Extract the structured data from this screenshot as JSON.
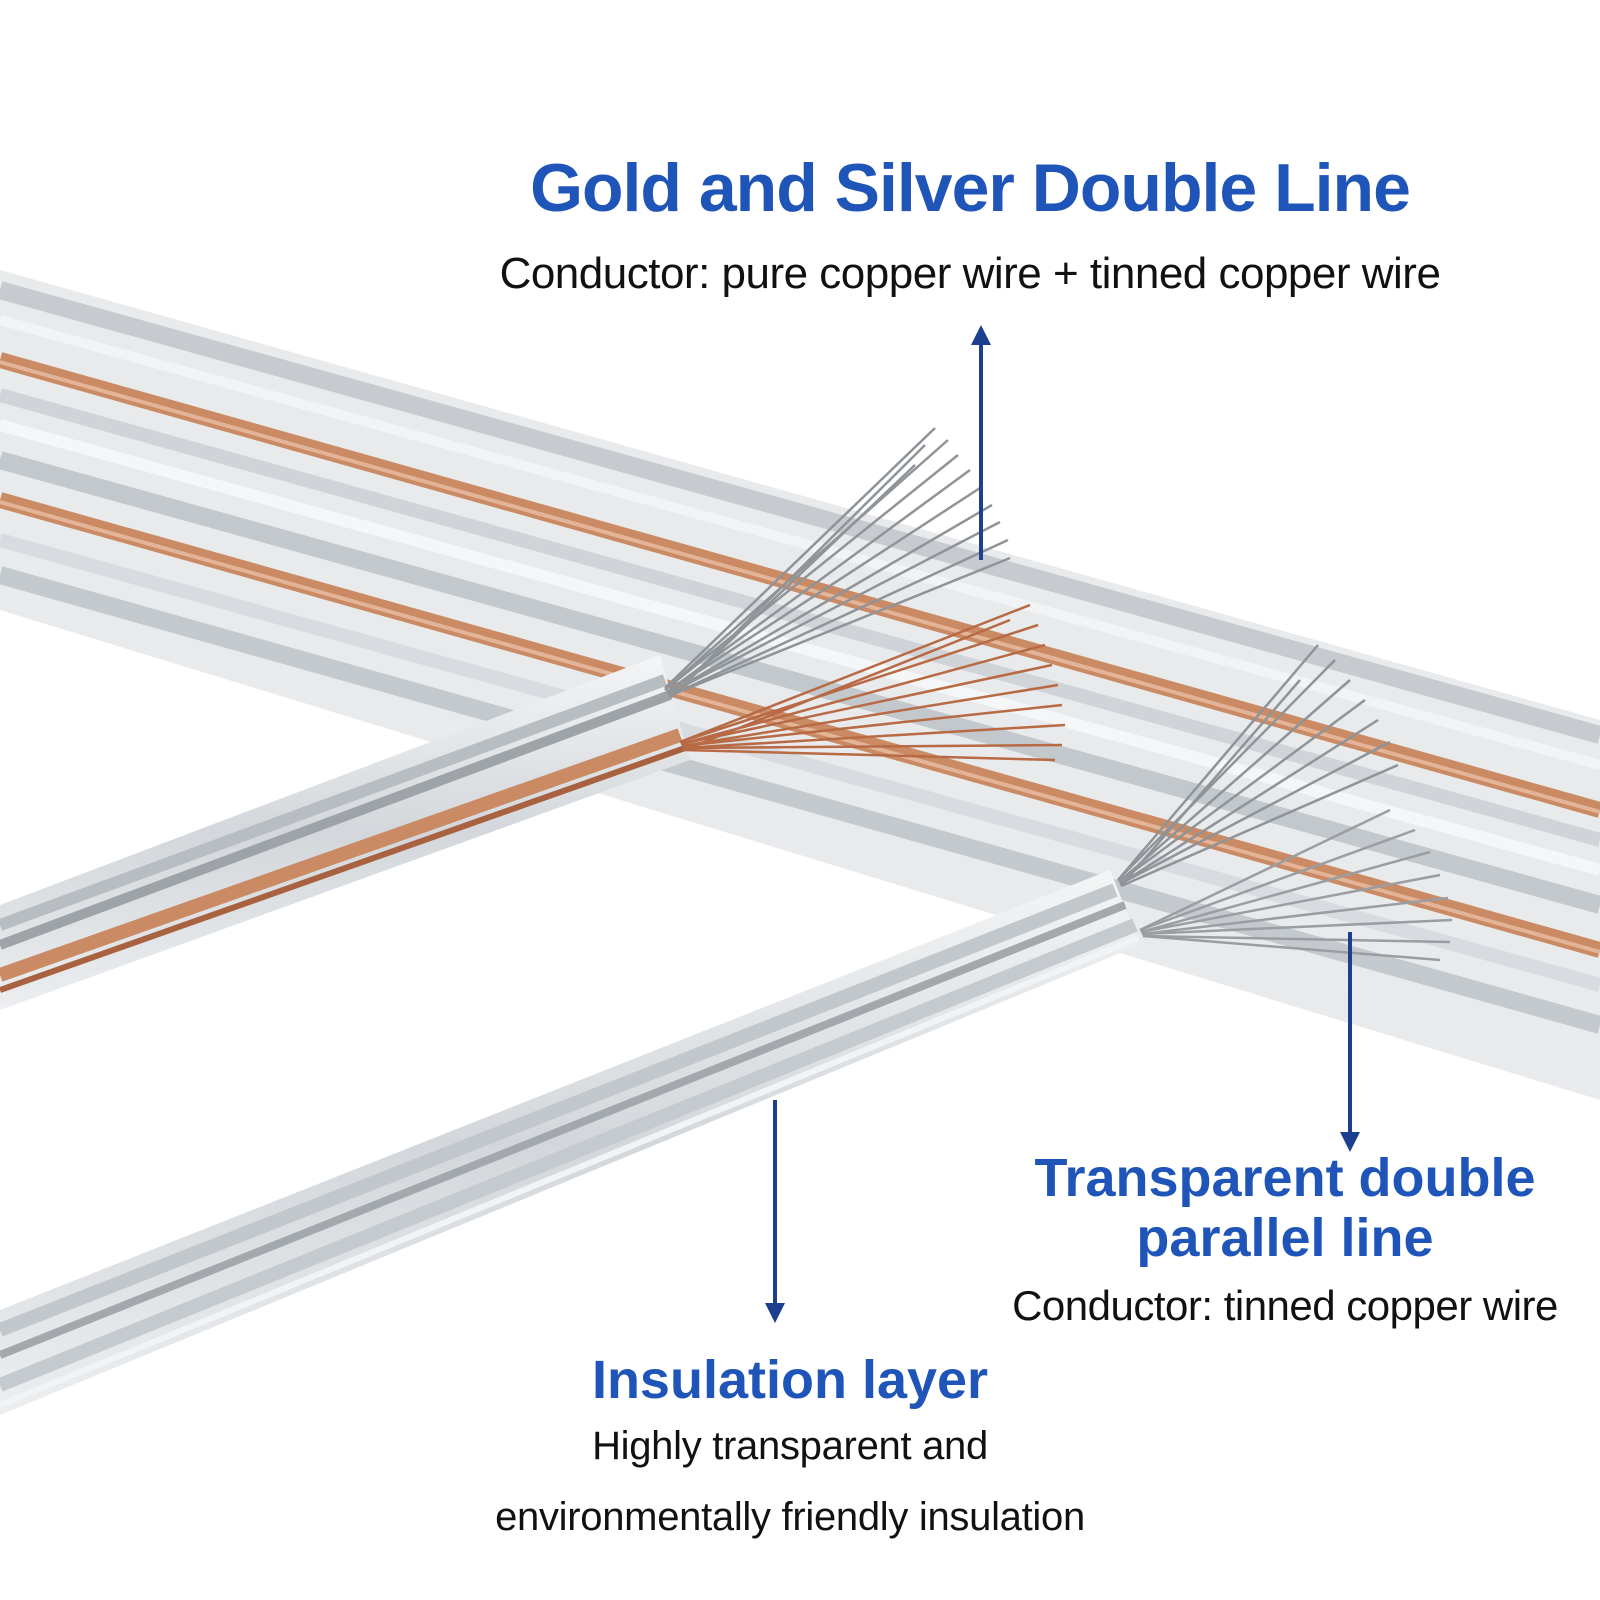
{
  "colors": {
    "heading": "#1f55b8",
    "arrow": "#1c3f8f",
    "insulation": "#dfe2e5",
    "insulation_edge": "#b9bec4",
    "copper": "#c98a64",
    "copper_dark": "#a8623f",
    "tinned": "#9a9ea3"
  },
  "callouts": {
    "gold_silver": {
      "heading": "Gold and Silver Double Line",
      "description": "Conductor: pure copper wire + tinned copper wire"
    },
    "transparent": {
      "heading_line1": "Transparent double",
      "heading_line2": "parallel line",
      "description": "Conductor: tinned copper wire"
    },
    "insulation": {
      "heading": "Insulation layer",
      "description_line1": "Highly transparent and",
      "description_line2": "environmentally friendly insulation"
    }
  }
}
